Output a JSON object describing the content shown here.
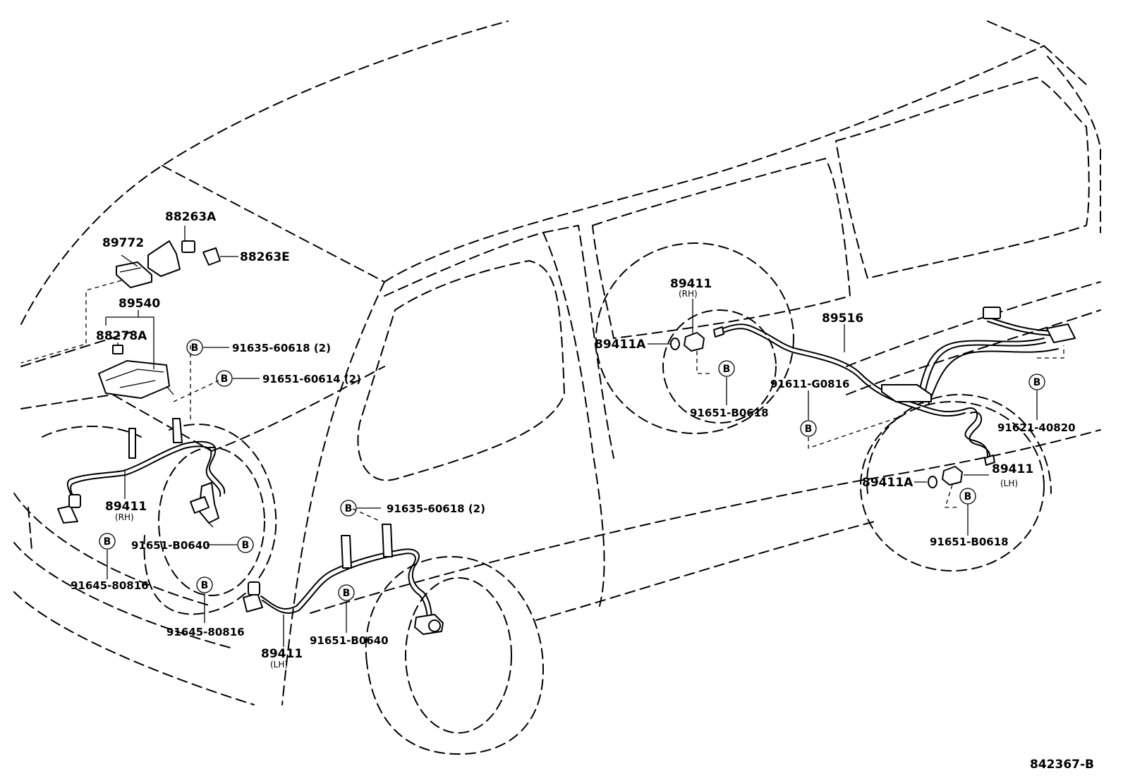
{
  "diagram_id": "842367-B",
  "callouts": {
    "p89772": "89772",
    "p88263a": "88263A",
    "p88263e": "88263E",
    "p89540": "89540",
    "p88278a": "88278A",
    "b1_num": "91635-60618 (2)",
    "b2_num": "91651-60614 (2)",
    "front_rh_sensor": "89411",
    "front_rh_side": "(RH)",
    "b3_num": "91651-B0640",
    "b4_num": "91645-80816",
    "b5_num": "91635-60618 (2)",
    "b6_num": "91645-80816",
    "front_lh_sensor": "89411",
    "front_lh_side": "(LH)",
    "b7_num": "91651-B0640",
    "rear_rh_sensor": "89411",
    "rear_rh_side": "(RH)",
    "rear_rh_oring": "89411A",
    "b8_num": "91651-B0618",
    "p89516": "89516",
    "b9_num": "91611-G0816",
    "b10_num": "91621-40820",
    "rear_lh_sensor": "89411",
    "rear_lh_side": "(LH)",
    "rear_lh_oring": "89411A",
    "b11_num": "91651-B0618"
  },
  "bolt_symbol": "B"
}
